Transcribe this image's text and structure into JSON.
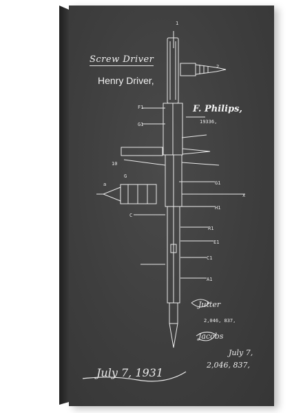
{
  "artwork": {
    "title": "Screw Driver",
    "inventor": "Henry Driver,",
    "assignee": "F. Philips,",
    "ref_number": "19336,",
    "patent_number": "2,046, 837,",
    "date_line": "July 7,",
    "bottom_patent": "2,046, 837,",
    "bottom_script": "July 7, 1931",
    "signature_a": "Jutter",
    "signature_b": "Jacobs",
    "colors": {
      "board": "#3e3e3e",
      "chalk": "#f0f0f0",
      "edge": "#2a2a2a"
    }
  }
}
